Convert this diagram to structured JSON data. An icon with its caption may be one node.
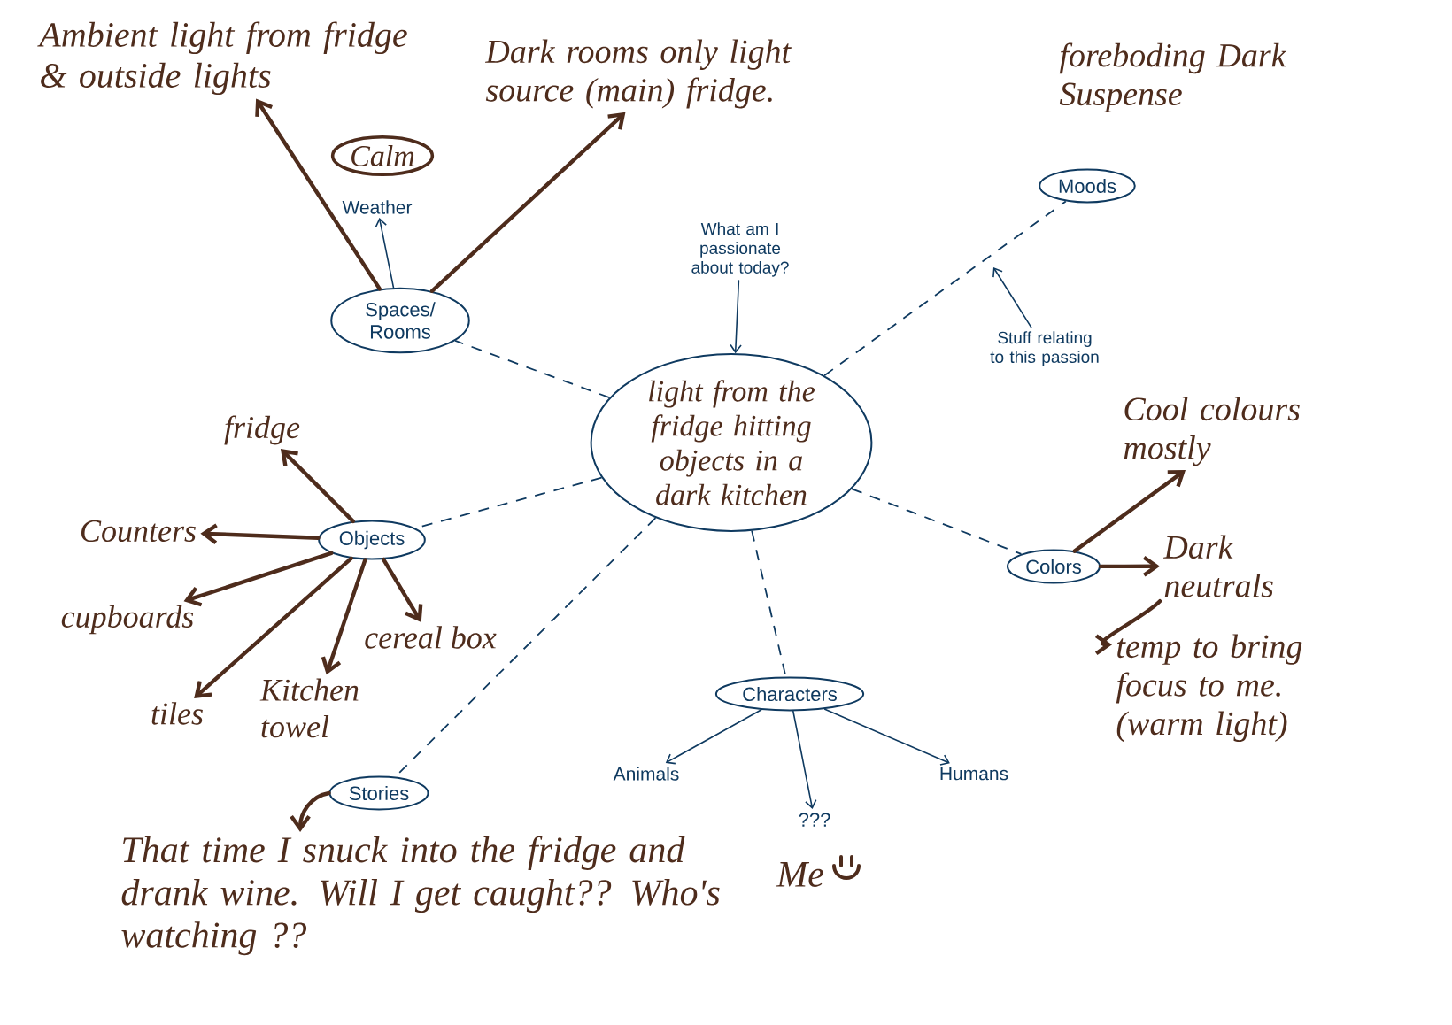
{
  "diagram": {
    "nodes": [
      {
        "text": [
          "light from the fridge hitting objects in a dark kitchen"
        ]
      },
      {
        "text": [
          "What am I passionate about today?"
        ]
      },
      {
        "text": [
          "Spaces/ Rooms"
        ]
      },
      {
        "text": [
          "Ambient light from fridge & outside lights"
        ]
      },
      {
        "text": [
          "Calm"
        ]
      },
      {
        "text": [
          "Weather"
        ]
      },
      {
        "text": [
          "Dark rooms only light source (main) fridge."
        ]
      },
      {
        "text": [
          "Moods"
        ],
        "beside": [
          "foreboding Dark Suspense"
        ]
      },
      {
        "text": [
          "Stuff relating to this passion"
        ]
      },
      {
        "text": [
          "Objects"
        ]
      },
      {
        "text": [
          "fridge"
        ]
      },
      {
        "text": [
          "Counters"
        ]
      },
      {
        "text": [
          "cupboards"
        ]
      },
      {
        "text": [
          "tiles"
        ]
      },
      {
        "text": [
          "Kitchen towel"
        ]
      },
      {
        "text": [
          "cereal box"
        ]
      },
      {
        "text": [
          "Colors"
        ]
      },
      {
        "text": [
          "Cool colours mostly"
        ]
      },
      {
        "text": [
          "Dark neutrals"
        ]
      },
      {
        "text": [
          "temp to bring focus to me. (warm light)"
        ]
      },
      {
        "text": [
          "Characters"
        ]
      },
      {
        "text": [
          "Animals"
        ]
      },
      {
        "text": [
          "???"
        ],
        "beside": [
          "Me"
        ]
      },
      {
        "text": [
          "Humans"
        ]
      },
      {
        "text": [
          "Stories"
        ]
      },
      {
        "text": [
          "That time I snuck into the fridge and drank wine. Will I get caught?? Who's watching ??"
        ]
      }
    ],
    "edges": [
      {
        "from": 0,
        "to": 2,
        "arrow": "none",
        "style": "dashed"
      },
      {
        "from": 0,
        "to": 7,
        "arrow": "none",
        "style": "dashed"
      },
      {
        "from": 0,
        "to": 9,
        "arrow": "none",
        "style": "dashed"
      },
      {
        "from": 0,
        "to": 16,
        "arrow": "none",
        "style": "dashed"
      },
      {
        "from": 0,
        "to": 20,
        "arrow": "none",
        "style": "dashed"
      },
      {
        "from": 0,
        "to": 24,
        "arrow": "none",
        "style": "dashed"
      },
      {
        "from": 1,
        "to": 0,
        "arrow": "to"
      },
      {
        "from": 8,
        "to": null,
        "arrow": "to"
      },
      {
        "from": 2,
        "to": 5,
        "arrow": "to"
      },
      {
        "from": 2,
        "to": 3,
        "arrow": "to",
        "color": "#4e2c1c"
      },
      {
        "from": 2,
        "to": 6,
        "arrow": "to",
        "color": "#4e2c1c"
      },
      {
        "from": 9,
        "to": 10,
        "arrow": "to",
        "color": "#4e2c1c"
      },
      {
        "from": 9,
        "to": 11,
        "arrow": "to",
        "color": "#4e2c1c"
      },
      {
        "from": 9,
        "to": 12,
        "arrow": "to",
        "color": "#4e2c1c"
      },
      {
        "from": 9,
        "to": 13,
        "arrow": "to",
        "color": "#4e2c1c"
      },
      {
        "from": 9,
        "to": 14,
        "arrow": "to",
        "color": "#4e2c1c"
      },
      {
        "from": 9,
        "to": 15,
        "arrow": "to",
        "color": "#4e2c1c"
      },
      {
        "from": 16,
        "to": 17,
        "arrow": "to",
        "color": "#4e2c1c"
      },
      {
        "from": 16,
        "to": 18,
        "arrow": "to",
        "color": "#4e2c1c"
      },
      {
        "from": 18,
        "to": 19,
        "arrow": "to",
        "color": "#4e2c1c"
      },
      {
        "from": 20,
        "to": 21,
        "arrow": "to"
      },
      {
        "from": 20,
        "to": 22,
        "arrow": "to"
      },
      {
        "from": 20,
        "to": 23,
        "arrow": "to"
      },
      {
        "from": 24,
        "to": 25,
        "arrow": "to",
        "color": "#4e2c1c"
      }
    ]
  }
}
